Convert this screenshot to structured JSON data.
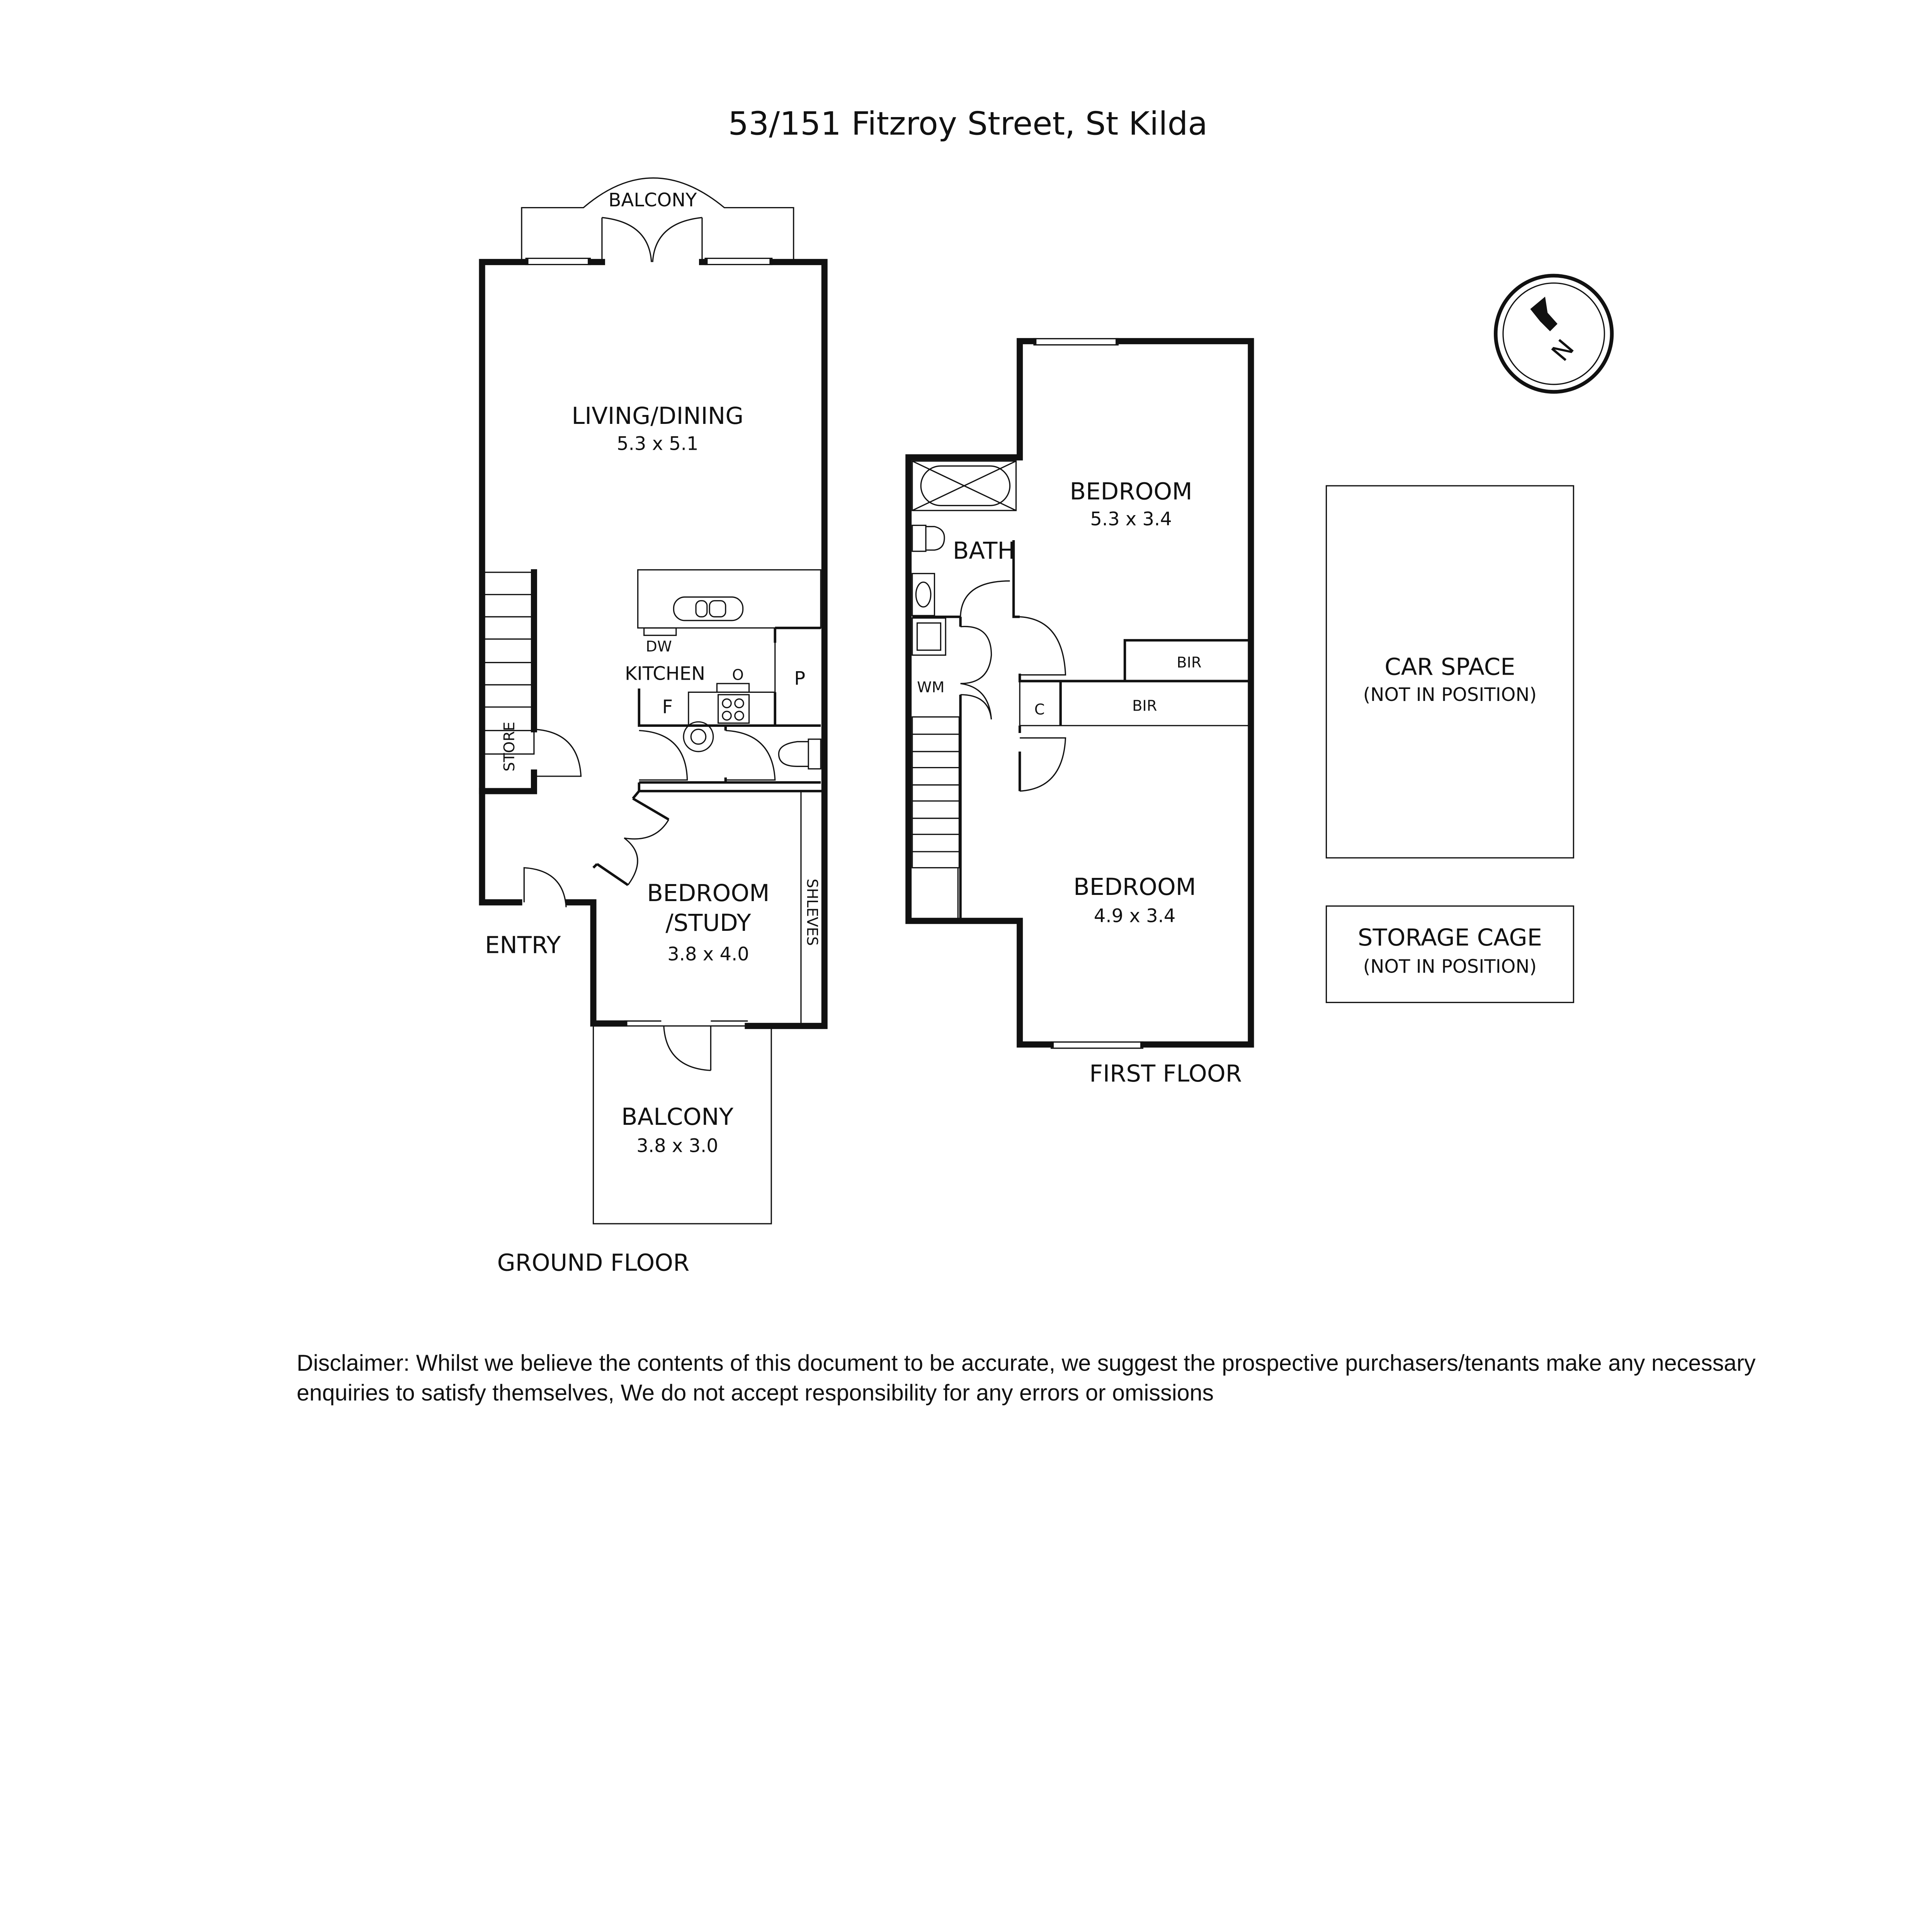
{
  "title": "53/151 Fitzroy Street, St Kilda",
  "ground_floor": {
    "label": "GROUND FLOOR",
    "rooms": {
      "balcony_top": "BALCONY",
      "living_dining": {
        "name": "LIVING/DINING",
        "size": "5.3 x 5.1"
      },
      "kitchen": "KITCHEN",
      "dw": "DW",
      "oven": "O",
      "pantry": "P",
      "fridge": "F",
      "store": "STORE",
      "entry": "ENTRY",
      "bedroom_study": {
        "name_line1": "BEDROOM",
        "name_line2": "/STUDY",
        "size": "3.8 x 4.0"
      },
      "shelves": "SHLEVES",
      "balcony": {
        "name": "BALCONY",
        "size": "3.8 x 3.0"
      }
    }
  },
  "first_floor": {
    "label": "FIRST FLOOR",
    "rooms": {
      "bedroom1": {
        "name": "BEDROOM",
        "size": "5.3 x 3.4"
      },
      "bath": "BATH",
      "wm": "WM",
      "bir1": "BIR",
      "bir2": "BIR",
      "cupboard": "C",
      "bedroom2": {
        "name": "BEDROOM",
        "size": "4.9 x 3.4"
      }
    }
  },
  "compass": {
    "label": "N",
    "icon": "north-arrow-icon"
  },
  "car_space": {
    "line1": "CAR SPACE",
    "line2": "(NOT IN POSITION)"
  },
  "storage_cage": {
    "line1": "STORAGE CAGE",
    "line2": "(NOT IN POSITION)"
  },
  "disclaimer": {
    "line1": "Disclaimer: Whilst we believe the contents of this document to be accurate, we suggest the prospective purchasers/tenants make any necessary",
    "line2": "enquiries to satisfy themselves, We do not accept responsibility for any errors or omissions"
  },
  "colors": {
    "line": "#111111",
    "background": "#ffffff"
  }
}
